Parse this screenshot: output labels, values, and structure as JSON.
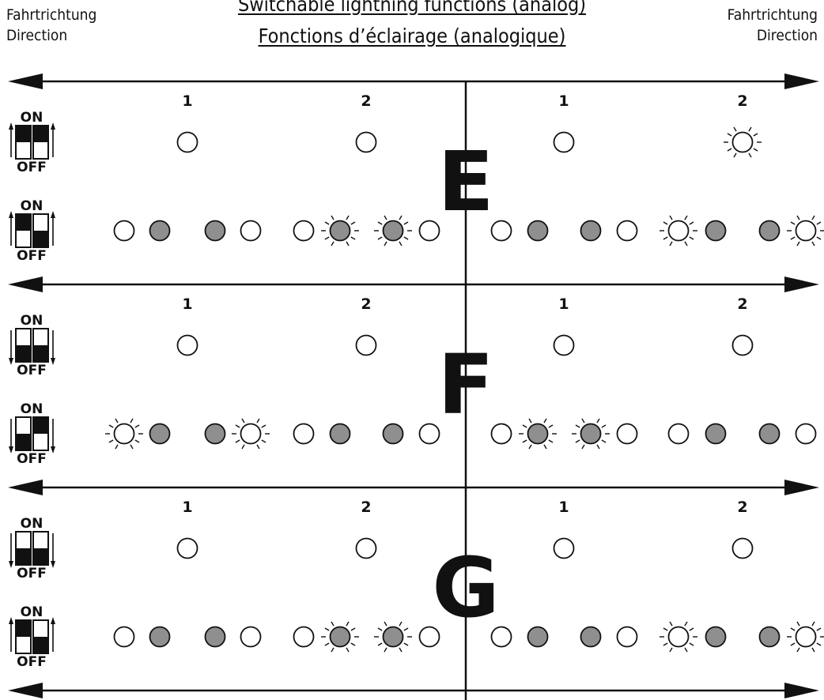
{
  "header": {
    "left": [
      "Fahrtrichtung",
      "Direction"
    ],
    "right": [
      "Fahrtrichtung",
      "Direction"
    ],
    "title_line1": "Switchable lightning functions (analog)",
    "title_line2": "Fonctions d’éclairage (analogique)"
  },
  "switch_labels": {
    "on": "ON",
    "off": "OFF"
  },
  "colors": {
    "line": "#111111",
    "lamp_fill_on": "#8f8f8f",
    "lamp_fill_off": "#ffffff"
  },
  "sections": [
    {
      "letter": "E",
      "position_labels": [
        "1",
        "2",
        "1",
        "2"
      ],
      "rows": [
        {
          "dip": {
            "switch1": "on",
            "switch2": "on",
            "arrows": "up"
          },
          "lamps": [
            {
              "fill": "white",
              "glow": false
            },
            {
              "fill": "white",
              "glow": false
            },
            {
              "fill": "white",
              "glow": false
            },
            {
              "fill": "white",
              "glow": true
            }
          ]
        },
        {
          "dip": {
            "switch1": "on",
            "switch2": "off",
            "arrows": "up"
          },
          "lamps": [
            {
              "fill": "white",
              "glow": false
            },
            {
              "fill": "gray",
              "glow": false
            },
            {
              "fill": "gray",
              "glow": false
            },
            {
              "fill": "white",
              "glow": false
            },
            {
              "fill": "white",
              "glow": false
            },
            {
              "fill": "gray",
              "glow": true
            },
            {
              "fill": "gray",
              "glow": true
            },
            {
              "fill": "white",
              "glow": false
            },
            {
              "fill": "white",
              "glow": false
            },
            {
              "fill": "gray",
              "glow": false
            },
            {
              "fill": "gray",
              "glow": false
            },
            {
              "fill": "white",
              "glow": false
            },
            {
              "fill": "white",
              "glow": true
            },
            {
              "fill": "gray",
              "glow": false
            },
            {
              "fill": "gray",
              "glow": false
            },
            {
              "fill": "white",
              "glow": true
            }
          ]
        }
      ]
    },
    {
      "letter": "F",
      "position_labels": [
        "1",
        "2",
        "1",
        "2"
      ],
      "rows": [
        {
          "dip": {
            "switch1": "off",
            "switch2": "off",
            "arrows": "down"
          },
          "lamps": [
            {
              "fill": "white",
              "glow": false
            },
            {
              "fill": "white",
              "glow": false
            },
            {
              "fill": "white",
              "glow": false
            },
            {
              "fill": "white",
              "glow": false
            }
          ]
        },
        {
          "dip": {
            "switch1": "off",
            "switch2": "on",
            "arrows": "down"
          },
          "lamps": [
            {
              "fill": "white",
              "glow": true
            },
            {
              "fill": "gray",
              "glow": false
            },
            {
              "fill": "gray",
              "glow": false
            },
            {
              "fill": "white",
              "glow": true
            },
            {
              "fill": "white",
              "glow": false
            },
            {
              "fill": "gray",
              "glow": false
            },
            {
              "fill": "gray",
              "glow": false
            },
            {
              "fill": "white",
              "glow": false
            },
            {
              "fill": "white",
              "glow": false
            },
            {
              "fill": "gray",
              "glow": true
            },
            {
              "fill": "gray",
              "glow": true
            },
            {
              "fill": "white",
              "glow": false
            },
            {
              "fill": "white",
              "glow": false
            },
            {
              "fill": "gray",
              "glow": false
            },
            {
              "fill": "gray",
              "glow": false
            },
            {
              "fill": "white",
              "glow": false
            }
          ]
        }
      ]
    },
    {
      "letter": "G",
      "position_labels": [
        "1",
        "2",
        "1",
        "2"
      ],
      "rows": [
        {
          "dip": {
            "switch1": "off",
            "switch2": "off",
            "arrows": "down"
          },
          "lamps": [
            {
              "fill": "white",
              "glow": false
            },
            {
              "fill": "white",
              "glow": false
            },
            {
              "fill": "white",
              "glow": false
            },
            {
              "fill": "white",
              "glow": false
            }
          ]
        },
        {
          "dip": {
            "switch1": "on",
            "switch2": "off",
            "arrows": "up"
          },
          "lamps": [
            {
              "fill": "white",
              "glow": false
            },
            {
              "fill": "gray",
              "glow": false
            },
            {
              "fill": "gray",
              "glow": false
            },
            {
              "fill": "white",
              "glow": false
            },
            {
              "fill": "white",
              "glow": false
            },
            {
              "fill": "gray",
              "glow": true
            },
            {
              "fill": "gray",
              "glow": true
            },
            {
              "fill": "white",
              "glow": false
            },
            {
              "fill": "white",
              "glow": false
            },
            {
              "fill": "gray",
              "glow": false
            },
            {
              "fill": "gray",
              "glow": false
            },
            {
              "fill": "white",
              "glow": false
            },
            {
              "fill": "white",
              "glow": true
            },
            {
              "fill": "gray",
              "glow": false
            },
            {
              "fill": "gray",
              "glow": false
            },
            {
              "fill": "white",
              "glow": true
            }
          ]
        }
      ]
    }
  ]
}
